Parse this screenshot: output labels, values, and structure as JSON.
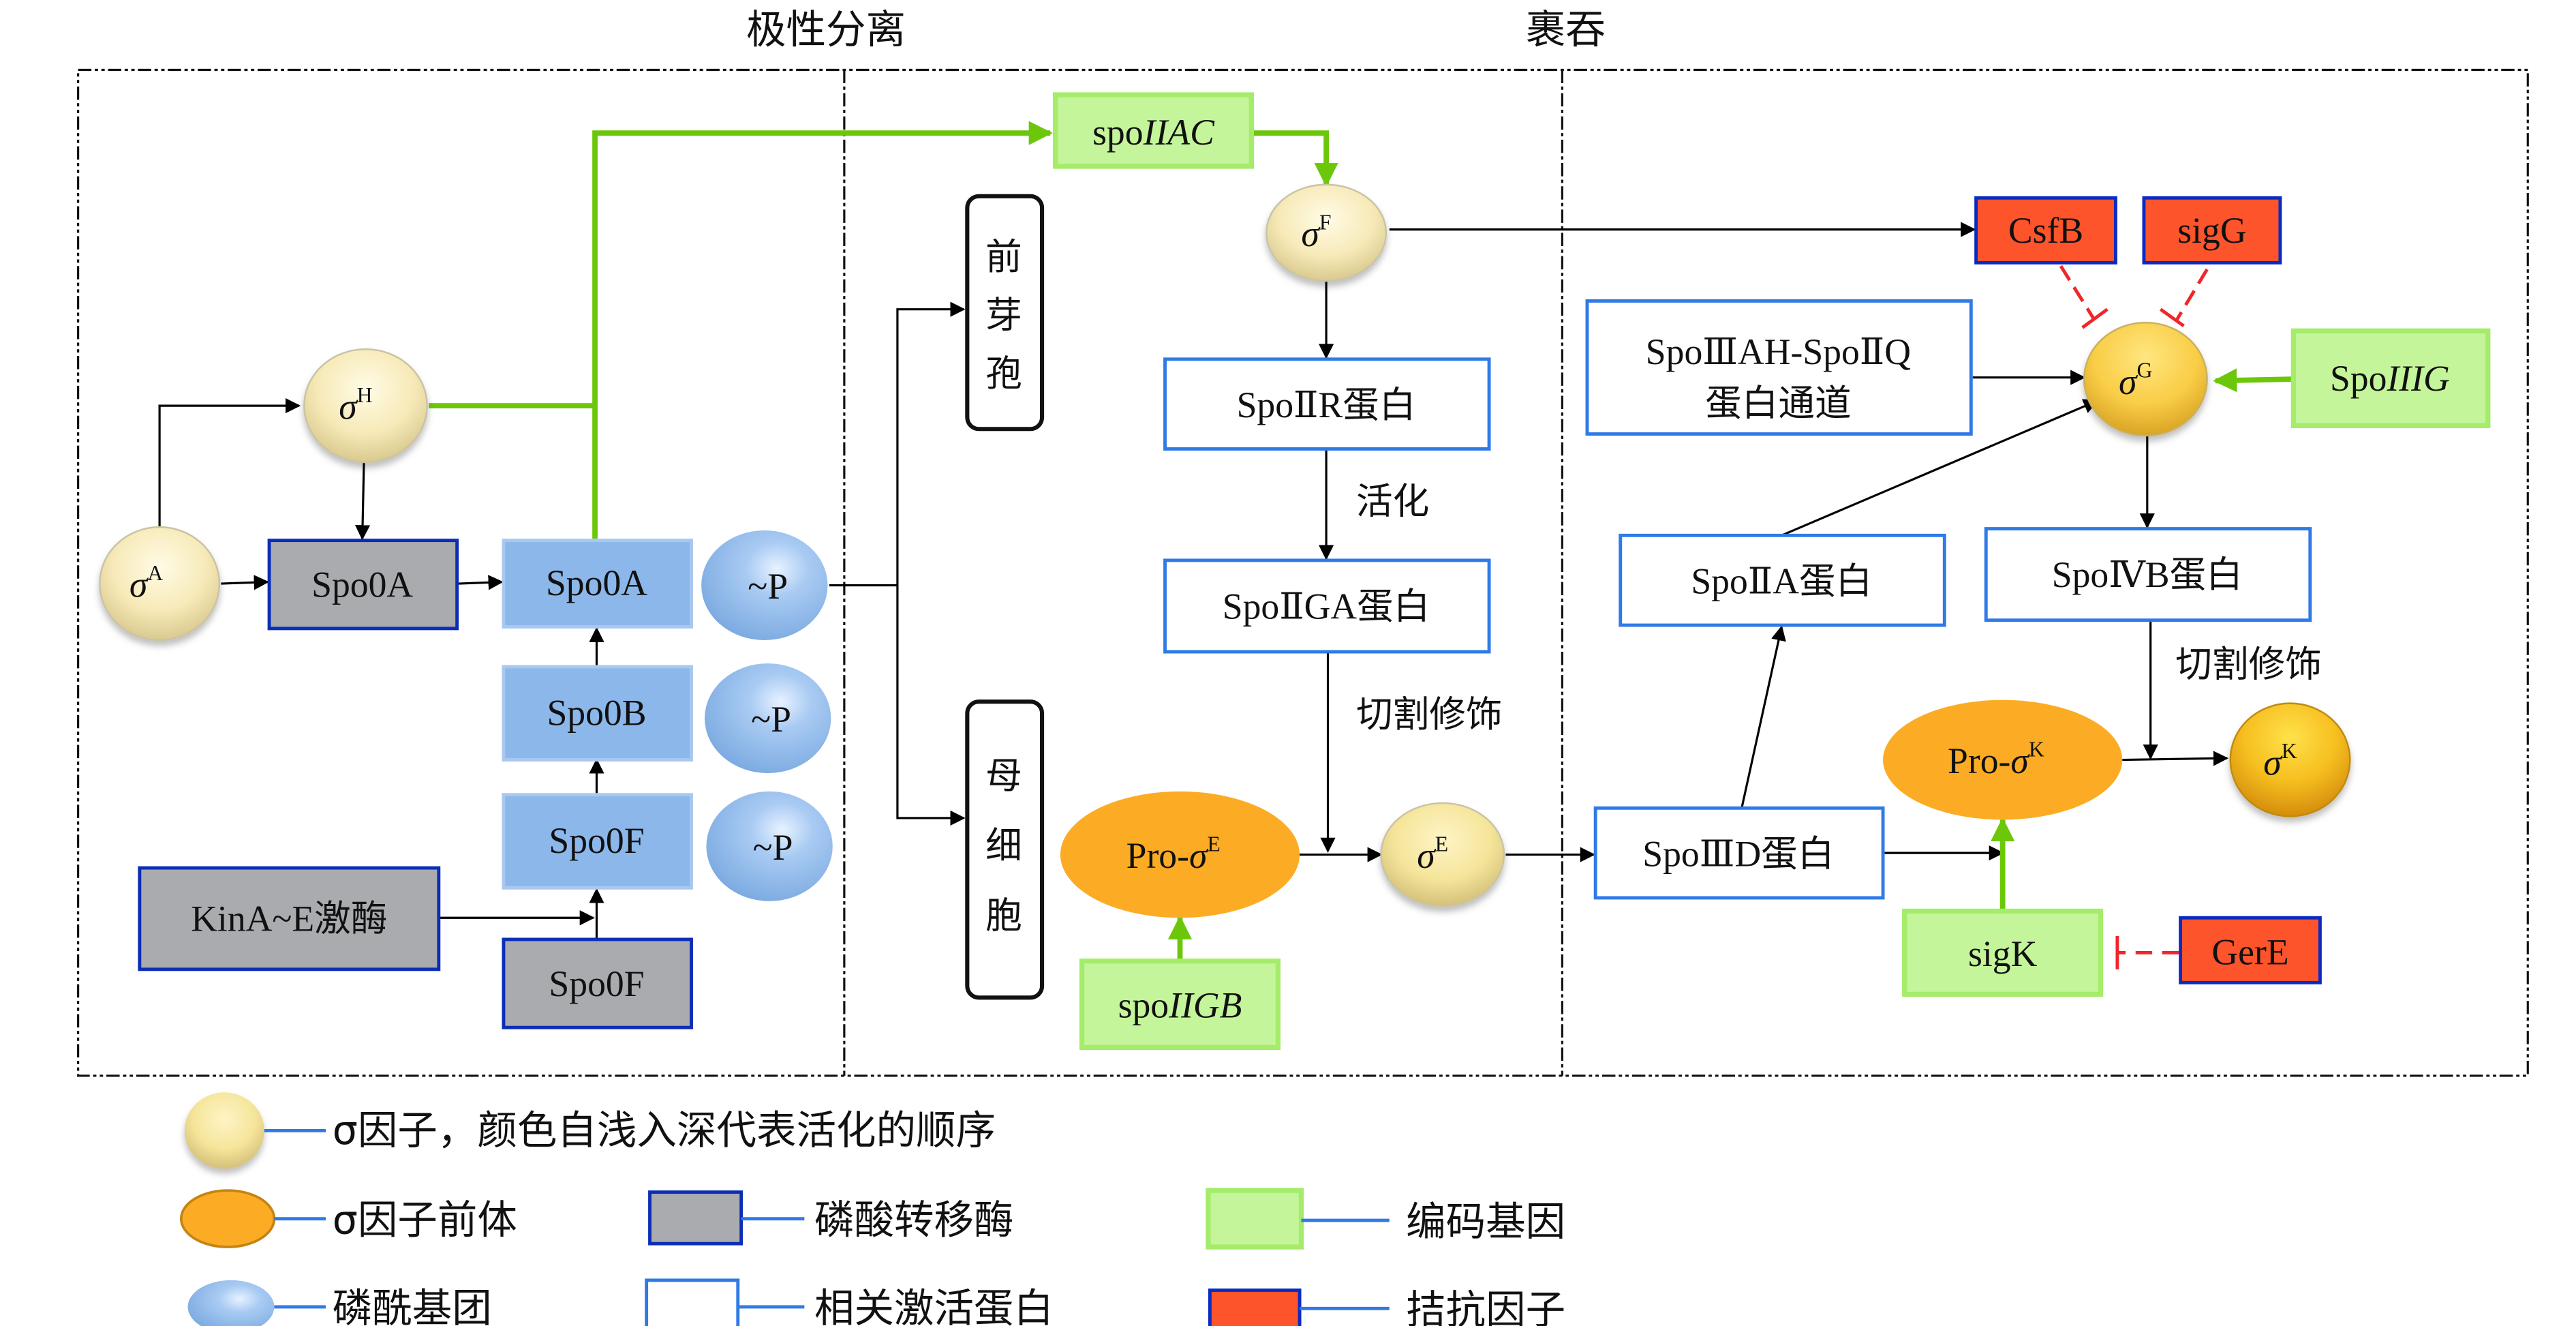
{
  "phases": [
    {
      "label": "极性分离"
    },
    {
      "label": "裹吞"
    }
  ],
  "sigma_factors": {
    "A": {
      "symbol": "σ",
      "sup": "A"
    },
    "H": {
      "symbol": "σ",
      "sup": "H"
    },
    "F": {
      "symbol": "σ",
      "sup": "F"
    },
    "E": {
      "symbol": "σ",
      "sup": "E"
    },
    "G": {
      "symbol": "σ",
      "sup": "G"
    },
    "K": {
      "symbol": "σ",
      "sup": "K"
    }
  },
  "precursors": {
    "pro_E": {
      "prefix": "Pro-",
      "symbol": "σ",
      "sup": "E"
    },
    "pro_K": {
      "prefix": "Pro-",
      "symbol": "σ",
      "sup": "K"
    }
  },
  "phosphotransferases": {
    "spo0A_grey": "Spo0A",
    "kinA": "KinA~E激酶",
    "spo0F_grey": "Spo0F"
  },
  "phosphorylated": {
    "spo0A": "Spo0A",
    "spo0B": "Spo0B",
    "spo0F": "Spo0F",
    "phospho_label": "~P"
  },
  "compartments": {
    "forespore": [
      "前",
      "芽",
      "孢"
    ],
    "mother_cell": [
      "母",
      "细",
      "胞"
    ]
  },
  "genes": {
    "spoIIAC": {
      "plain": "spo",
      "italic": "IIAC"
    },
    "spoIIGB": {
      "plain": "spo",
      "italic": "IIGB"
    },
    "spoIIIG": {
      "plain": "Spo",
      "italic": "IIIG"
    },
    "sigK": {
      "plain": "sigK",
      "italic": ""
    }
  },
  "proteins": {
    "spoIIR": "SpoⅡR蛋白",
    "spoIIGA": "SpoⅡGA蛋白",
    "spoIIID": "SpoⅢD蛋白",
    "spoIIA": "SpoⅡA蛋白",
    "spoIVB": "SpoⅣB蛋白",
    "channel_line1": "SpoⅢAH-SpoⅡQ",
    "channel_line2": "蛋白通道"
  },
  "antagonists": {
    "csfB": "CsfB",
    "sigG": "sigG",
    "gerE": "GerE"
  },
  "edge_labels": {
    "activation": "活化",
    "cleavage_1": "切割修饰",
    "cleavage_2": "切割修饰"
  },
  "legend": {
    "sigma": "σ因子，颜色自浅入深代表活化的顺序",
    "precursor": "σ因子前体",
    "phospho_group": "磷酰基团",
    "phosphotransferase": "磷酸转移酶",
    "activating_protein": "相关激活蛋白",
    "coding_gene": "编码基因",
    "antagonist": "拮抗因子"
  },
  "colors": {
    "gene_fill": "#c5f59a",
    "gene_border": "#a4ec6a",
    "activation_green": "#6cc70a",
    "antagonist_fill": "#fd542b",
    "antagonist_border": "#0a2bc0",
    "grey_fill": "#a9abae",
    "grey_border": "#0c2db6",
    "blue_fill": "#8cb7ea",
    "protein_border": "#2f7ae6",
    "precursor_fill": "#fcac24",
    "inhibit_red": "#f0262a"
  }
}
